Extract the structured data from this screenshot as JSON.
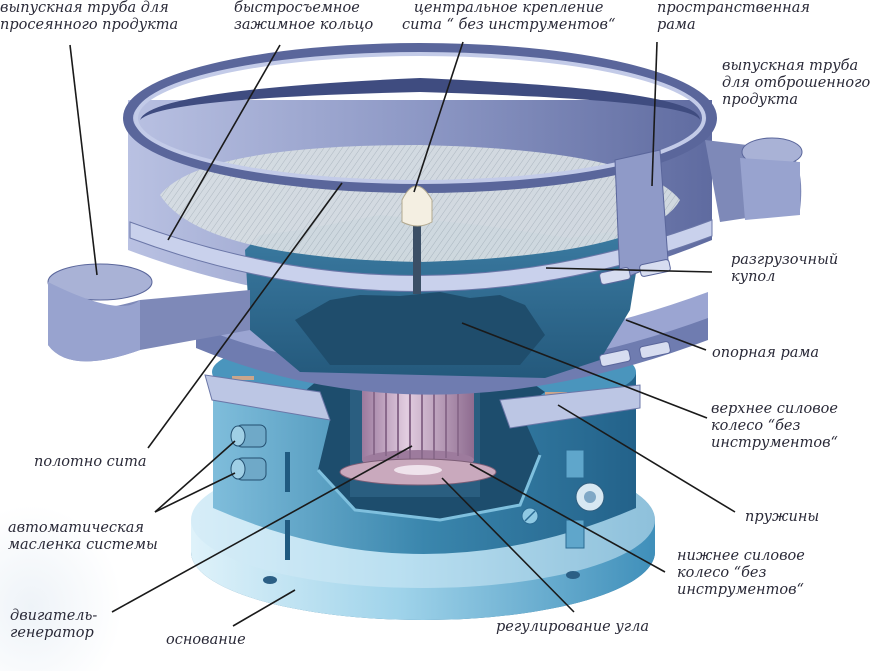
{
  "labels": {
    "outlet_sifted": "выпускная труба для\nпросеянного продукта",
    "clamp_ring": "быстросъемное\nзажимное кольцо",
    "central_mount": "центральное крепление\nсита “ без инструментов“",
    "spatial_frame": "пространственная\nрама",
    "outlet_rejected": "выпускная труба\nдля отброшенного\nпродукта",
    "discharge_dome": "разгрузочный\nкупол",
    "support_frame": "опорная рама",
    "upper_wheel": "верхнее силовое\nколесо “без\nинструментов“",
    "sieve_cloth": "полотно сита",
    "springs": "пружины",
    "lubricator": "автоматическая\nмасленка системы",
    "lower_wheel": "нижнее силовое\nколесо “без\nинструментов“",
    "motor": "двигатель-\nгенератор",
    "base": "основание",
    "angle_adjust": "регулирование угла"
  },
  "colors": {
    "steel_light": "#a9b2d6",
    "steel_mid": "#7f8ab8",
    "steel_dark": "#4d5a8c",
    "inner_blue": "#2f6f96",
    "deep_blue": "#1f4e6e",
    "teal": "#3a86ad",
    "base_light": "#9fd3ea",
    "mesh": "#c9d2d8",
    "wheel": "#c9a9bd",
    "cylinder": "#c7a8c6",
    "leader": "#1a1a1a",
    "text": "#2a2a38"
  }
}
